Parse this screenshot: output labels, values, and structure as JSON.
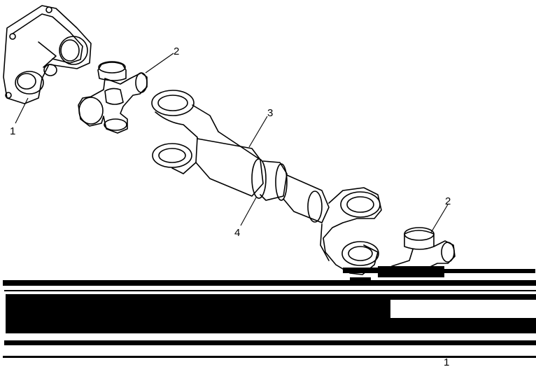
{
  "diagram": {
    "callouts": [
      {
        "id": "1",
        "label": "1"
      },
      {
        "id": "2a",
        "label": "2"
      },
      {
        "id": "3",
        "label": "3"
      },
      {
        "id": "4",
        "label": "4"
      },
      {
        "id": "2b",
        "label": "2"
      }
    ],
    "footer_mark": "1",
    "colors": {
      "ink": "#000000",
      "paper": "#ffffff"
    }
  }
}
